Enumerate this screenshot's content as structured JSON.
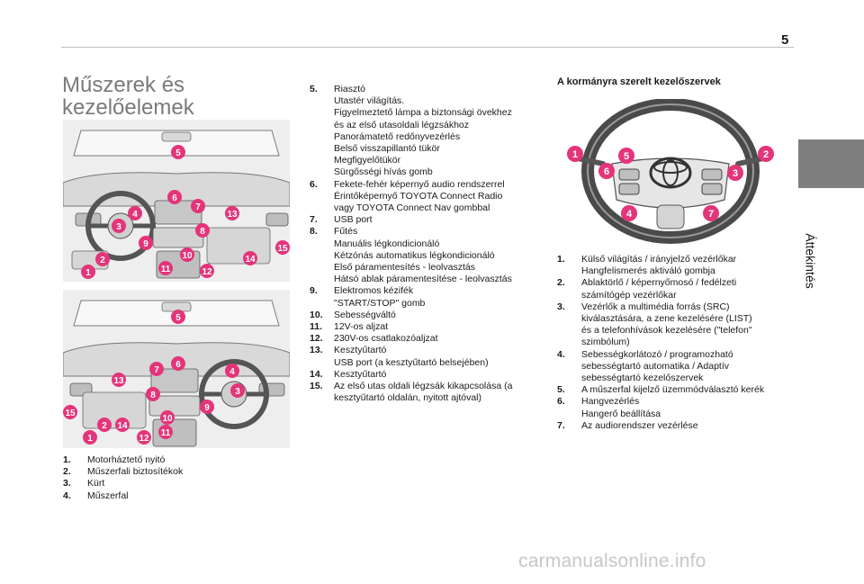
{
  "page": {
    "number": "5",
    "side_tab": "Áttekintés"
  },
  "title_lines": [
    "Műszerek és",
    "kezelőelemek"
  ],
  "colors": {
    "accent": "#e4347a",
    "tab": "#7f7f7f",
    "title": "#7a7a7a"
  },
  "left_list": [
    {
      "num": "1.",
      "lines": [
        "Motorháztető nyitó"
      ]
    },
    {
      "num": "2.",
      "lines": [
        "Műszerfali biztosítékok"
      ]
    },
    {
      "num": "3.",
      "lines": [
        "Kürt"
      ]
    },
    {
      "num": "4.",
      "lines": [
        "Műszerfal"
      ]
    }
  ],
  "middle_list": [
    {
      "num": "5.",
      "lines": [
        "Riasztó",
        "Utastér világítás.",
        "Figyelmeztető lámpa a biztonsági övekhez",
        "és az első utasoldali légzsákhoz",
        "Panorámatető redőnyvezérlés",
        "Belső visszapillantó tükör",
        "Megfigyelőtükör",
        "Sürgősségi hívás gomb"
      ]
    },
    {
      "num": "6.",
      "lines": [
        "Fekete-fehér képernyő audio rendszerrel",
        "Érintőképernyő TOYOTA Connect Radio",
        "vagy TOYOTA Connect Nav gombbal"
      ]
    },
    {
      "num": "7.",
      "lines": [
        "USB port"
      ]
    },
    {
      "num": "8.",
      "lines": [
        "Fűtés",
        "Manuális légkondicionáló",
        "Kétzónás automatikus légkondicionáló",
        "Első páramentesítés - leolvasztás",
        "Hátsó ablak páramentesítése - leolvasztás"
      ]
    },
    {
      "num": "9.",
      "lines": [
        "Elektromos kézifék",
        "\"START/STOP\" gomb"
      ]
    },
    {
      "num": "10.",
      "lines": [
        "Sebességváltó"
      ]
    },
    {
      "num": "11.",
      "lines": [
        "12V-os aljzat"
      ]
    },
    {
      "num": "12.",
      "lines": [
        "230V-os csatlakozóaljzat"
      ]
    },
    {
      "num": "13.",
      "lines": [
        "Kesztyűtartó",
        "USB port (a kesztyűtartó belsejében)"
      ]
    },
    {
      "num": "14.",
      "lines": [
        "Kesztyűtartó"
      ]
    },
    {
      "num": "15.",
      "lines": [
        "Az első utas oldali légzsák kikapcsolása (a",
        "kesztyűtartó oldalán, nyitott ajtóval)"
      ]
    }
  ],
  "right_section_title": "A kormányra szerelt kezelőszervek",
  "right_list": [
    {
      "num": "1.",
      "lines": [
        "Külső világítás / irányjelző vezérlőkar",
        "Hangfelismerés aktiváló gombja"
      ]
    },
    {
      "num": "2.",
      "lines": [
        "Ablaktörlő / képernyőmosó / fedélzeti",
        "számítógép vezérlőkar"
      ]
    },
    {
      "num": "3.",
      "lines": [
        "Vezérlők a multimédia forrás (SRC)",
        "kiválasztására, a zene kezelésére (LIST)",
        "és a telefonhívások kezelésére (\"telefon\"",
        "szimbólum)"
      ]
    },
    {
      "num": "4.",
      "lines": [
        "Sebességkorlátozó / programozható",
        "sebességtartó automatika / Adaptív",
        "sebességtartó kezelőszervek"
      ]
    },
    {
      "num": "5.",
      "lines": [
        "A műszerfal kijelző üzemmódválasztó kerék"
      ]
    },
    {
      "num": "6.",
      "lines": [
        "Hangvezérlés",
        "Hangerő beállítása"
      ]
    },
    {
      "num": "7.",
      "lines": [
        "Az audiorendszer vezérlése"
      ]
    }
  ],
  "illustration_top_badges": [
    "1",
    "2",
    "3",
    "4",
    "5",
    "6",
    "7",
    "8",
    "9",
    "10",
    "11",
    "12",
    "13",
    "14",
    "15"
  ],
  "illustration_bottom_badges": [
    "1",
    "2",
    "3",
    "4",
    "5",
    "6",
    "7",
    "8",
    "9",
    "10",
    "11",
    "12",
    "13",
    "14",
    "15"
  ],
  "wheel_badges": [
    "1",
    "2",
    "3",
    "4",
    "5",
    "6",
    "7"
  ],
  "watermark": "carmanualsonline.info"
}
